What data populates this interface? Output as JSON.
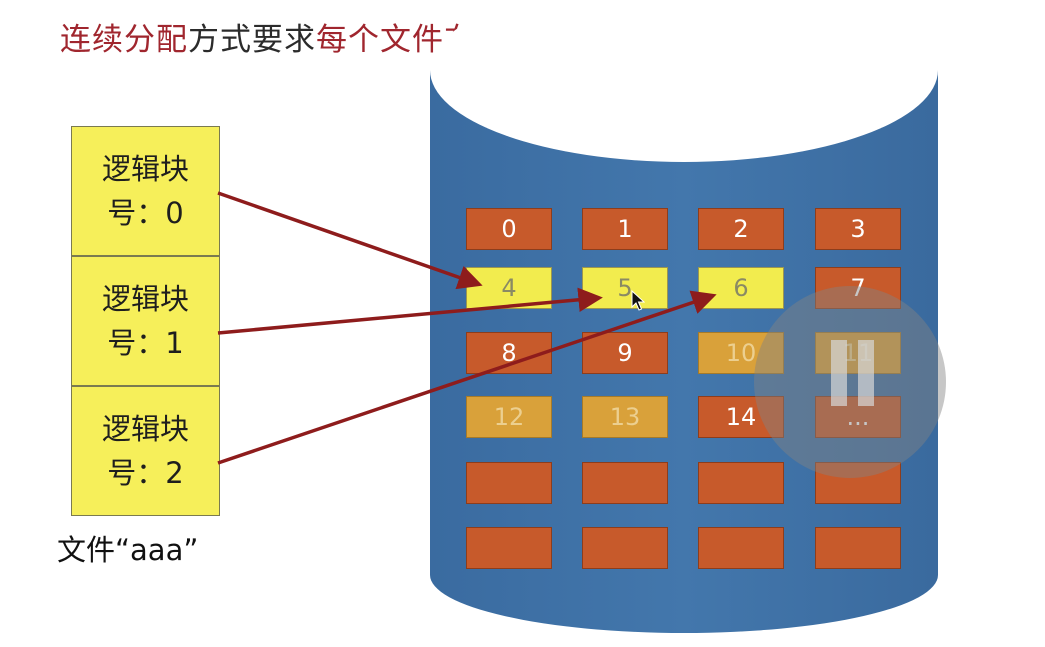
{
  "title": {
    "red1": "连续分配",
    "dark": "方式要求",
    "red2": "每个文件在磁盘上占有一组连续的块。"
  },
  "logical_blocks": [
    {
      "line1": "逻辑块",
      "line2": "号：0",
      "target": 4
    },
    {
      "line1": "逻辑块",
      "line2": "号：1",
      "target": 5
    },
    {
      "line1": "逻辑块",
      "line2": "号：2",
      "target": 6
    }
  ],
  "file_caption": "文件“aaa”",
  "disk_rows": [
    [
      {
        "label": "0",
        "state": "free"
      },
      {
        "label": "1",
        "state": "free"
      },
      {
        "label": "2",
        "state": "free"
      },
      {
        "label": "3",
        "state": "free"
      }
    ],
    [
      {
        "label": "4",
        "state": "alloc"
      },
      {
        "label": "5",
        "state": "alloc"
      },
      {
        "label": "6",
        "state": "alloc"
      },
      {
        "label": "7",
        "state": "free"
      }
    ],
    [
      {
        "label": "8",
        "state": "free"
      },
      {
        "label": "9",
        "state": "free"
      },
      {
        "label": "10",
        "state": "other"
      },
      {
        "label": "11",
        "state": "other"
      }
    ],
    [
      {
        "label": "12",
        "state": "other"
      },
      {
        "label": "13",
        "state": "other"
      },
      {
        "label": "14",
        "state": "free"
      },
      {
        "label": "...",
        "state": "free"
      }
    ],
    [
      {
        "label": "",
        "state": "free"
      },
      {
        "label": "",
        "state": "free"
      },
      {
        "label": "",
        "state": "free"
      },
      {
        "label": "",
        "state": "free"
      }
    ],
    [
      {
        "label": "",
        "state": "free"
      },
      {
        "label": "",
        "state": "free"
      },
      {
        "label": "",
        "state": "free"
      },
      {
        "label": "",
        "state": "free"
      }
    ]
  ],
  "colors": {
    "title_red": "#a0262e",
    "disk_body": "#3f72a6",
    "arrow": "#8e1c1c",
    "block_free": "#c75a2b",
    "block_alloc": "#f2ec4e",
    "block_other": "#d9a13a",
    "logic_block": "#f6ef5a"
  },
  "icons": {
    "overlay": "pause-icon",
    "pointer": "mouse-cursor-icon"
  }
}
